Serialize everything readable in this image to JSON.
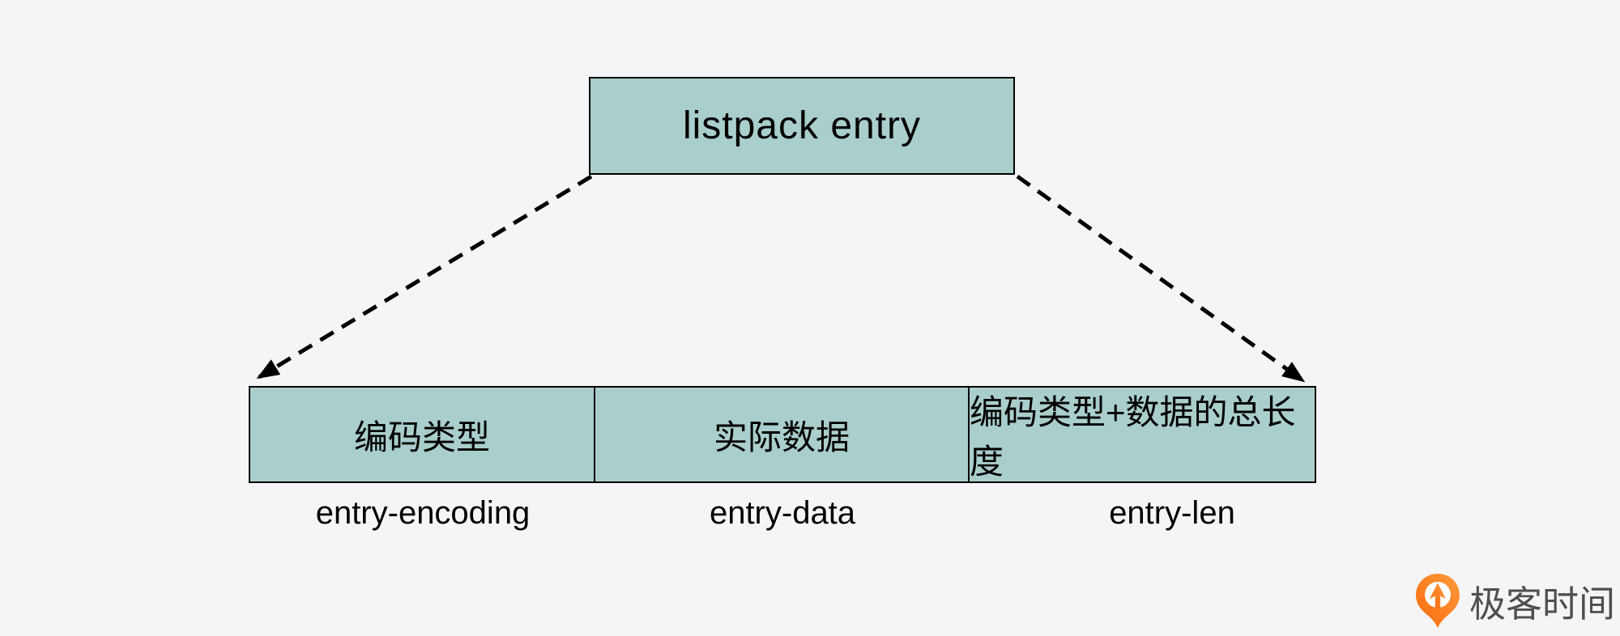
{
  "diagram": {
    "title": "listpack entry",
    "cells": [
      {
        "label": "编码类型",
        "name": "entry-encoding"
      },
      {
        "label": "实际数据",
        "name": "entry-data"
      },
      {
        "label": "编码类型+数据的总长度",
        "name": "entry-len"
      }
    ]
  },
  "branding": {
    "logo_text": "极客时间",
    "icon": "geektime-pin-icon"
  },
  "colors": {
    "background": "#f5f5f7",
    "box_fill": "#a9cecb",
    "box_border": "#000000",
    "arrow": "#000000",
    "label_text": "#000000",
    "logo_orange": "#f86a0a",
    "logo_orange_light": "#ff9a3d",
    "logo_text_color": "#4f4f4f"
  }
}
